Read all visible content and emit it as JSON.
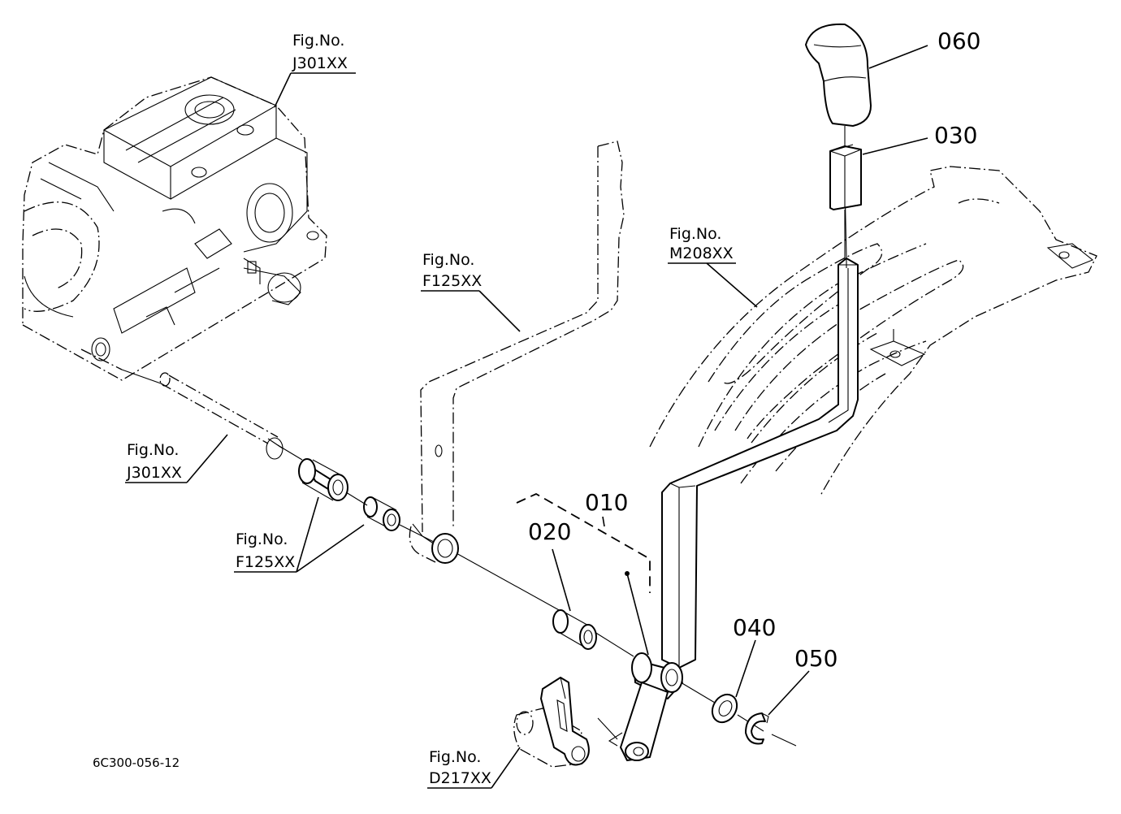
{
  "drawing_code": "6C300-056-12",
  "parts": {
    "p010": "010",
    "p020": "020",
    "p030": "030",
    "p040": "040",
    "p050": "050",
    "p060": "060"
  },
  "references": {
    "fig_prefix": "Fig.No.",
    "ref_j301_top": "J301XX",
    "ref_f125_lever": "F125XX",
    "ref_m208": "M208XX",
    "ref_j301_shaft": "J301XX",
    "ref_f125_bushings": "F125XX",
    "ref_d217": "D217XX"
  }
}
